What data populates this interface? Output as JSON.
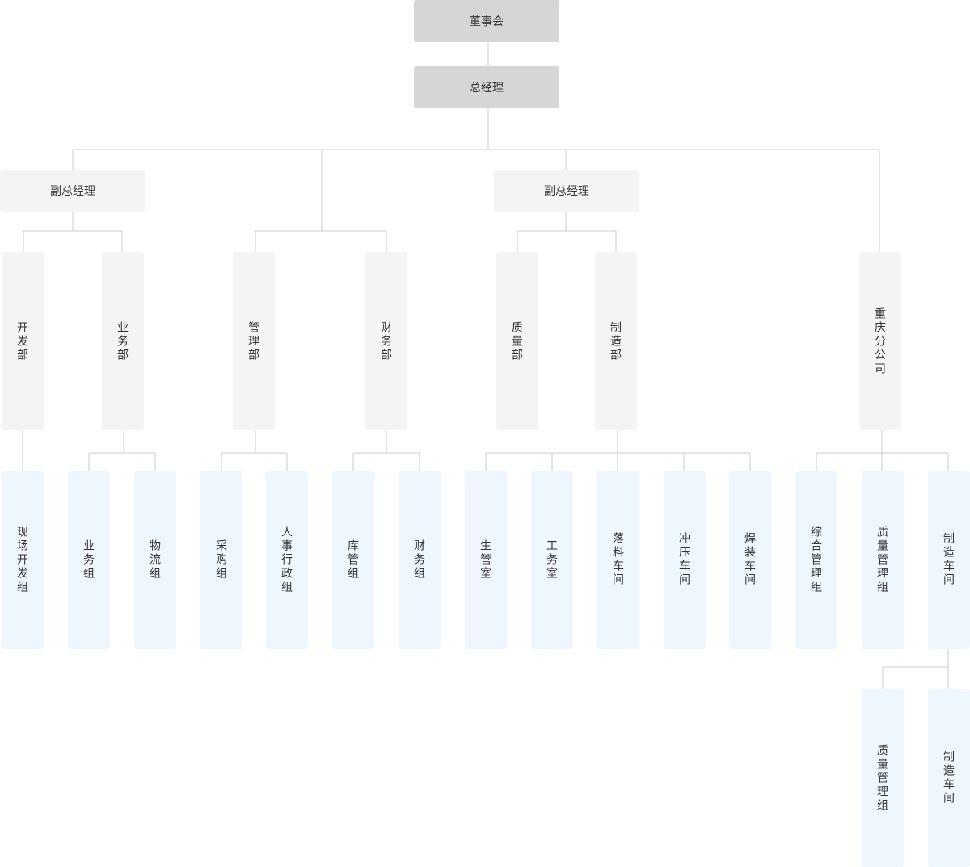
{
  "nodes": {
    "board": "董事会",
    "gm": "总经理",
    "vp1": "副总经理",
    "vp2": "副总经理",
    "dev_dept": "开发部",
    "biz_dept": "业务部",
    "mgmt_dept": "管理部",
    "fin_dept": "财务部",
    "qa_dept": "质量部",
    "mfg_dept": "制造部",
    "cq_branch": "重庆分公司",
    "dev_group": "现场开发组",
    "biz_group": "业务组",
    "logistics_group": "物流组",
    "purchase_group": "采购组",
    "hr_group": "人事行政组",
    "warehouse_group": "库管组",
    "fin_group": "财务组",
    "prod_office": "生管室",
    "eng_office": "工务室",
    "blanking_shop": "落料车间",
    "stamping_shop": "冲压车间",
    "welding_shop": "焊装车间",
    "general_mgmt_group": "综合管理组",
    "cq_qm_group": "质量管理组",
    "cq_mfg_shop": "制造车间",
    "cq_qm_group_2": "质量管理组",
    "cq_mfg_shop_2": "制造车间"
  },
  "colors": {
    "top": "#d6d6d6",
    "mid": "#f4f4f4",
    "leaf": "#eef6fe",
    "line": "#cccccc"
  }
}
